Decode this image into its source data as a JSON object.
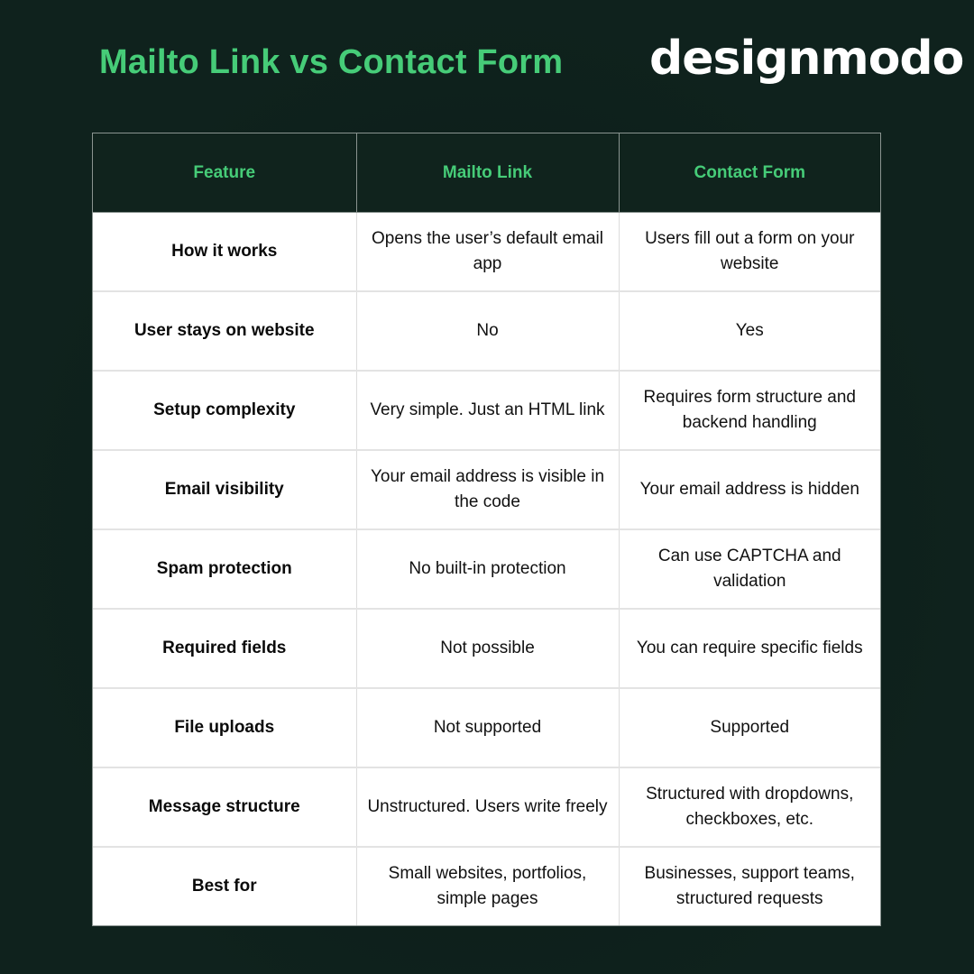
{
  "header": {
    "title": "Mailto Link vs Contact Form",
    "logo": "designmodo"
  },
  "colors": {
    "background": "#0f221d",
    "accent_green": "#46cc78",
    "table_header_bg": "#10231d",
    "cell_bg": "#ffffff",
    "cell_text": "#111111",
    "logo": "#ffffff"
  },
  "table": {
    "columns": [
      "Feature",
      "Mailto Link",
      "Contact Form"
    ],
    "rows": [
      {
        "feature": "How it works",
        "mailto": "Opens the user’s default email app",
        "form": "Users fill out a form on your website"
      },
      {
        "feature": "User stays on website",
        "mailto": "No",
        "form": "Yes"
      },
      {
        "feature": "Setup complexity",
        "mailto": "Very simple. Just an HTML link",
        "form": "Requires form structure and backend handling"
      },
      {
        "feature": "Email visibility",
        "mailto": "Your email address is visible in the code",
        "form": "Your email address is hidden"
      },
      {
        "feature": "Spam protection",
        "mailto": "No built-in protection",
        "form": "Can use CAPTCHA and validation"
      },
      {
        "feature": "Required fields",
        "mailto": "Not possible",
        "form": "You can require specific fields"
      },
      {
        "feature": "File uploads",
        "mailto": "Not supported",
        "form": "Supported"
      },
      {
        "feature": "Message structure",
        "mailto": "Unstructured. Users write freely",
        "form": "Structured with dropdowns, checkboxes, etc."
      },
      {
        "feature": "Best for",
        "mailto": "Small websites, portfolios, simple pages",
        "form": "Businesses, support teams, structured requests"
      }
    ]
  }
}
